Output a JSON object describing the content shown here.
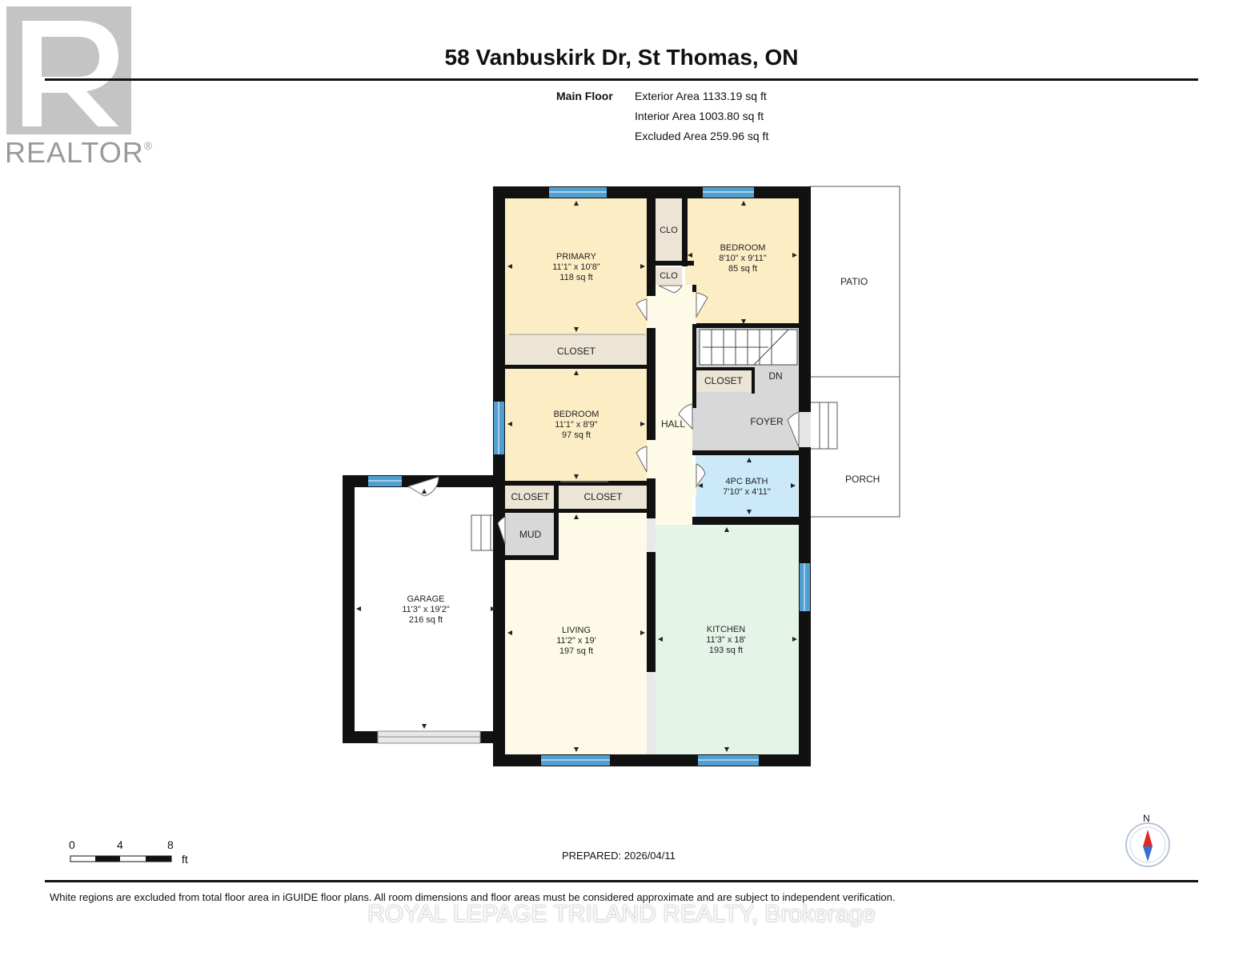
{
  "logo": {
    "brand_text": "REALTOR",
    "mark": "®"
  },
  "header": {
    "title": "58 Vanbuskirk Dr, St Thomas, ON",
    "floor_label": "Main Floor",
    "exterior_area": "Exterior Area 1133.19 sq ft",
    "interior_area": "Interior Area 1003.80 sq ft",
    "excluded_area": "Excluded Area 259.96 sq ft"
  },
  "rooms": {
    "primary": {
      "name": "PRIMARY",
      "dims": "11'1\" x 10'8\"",
      "area": "118 sq ft"
    },
    "bedroom_ne": {
      "name": "BEDROOM",
      "dims": "8'10\" x 9'11\"",
      "area": "85 sq ft"
    },
    "bedroom_w": {
      "name": "BEDROOM",
      "dims": "11'1\" x 8'9\"",
      "area": "97 sq ft"
    },
    "bath": {
      "name": "4PC BATH",
      "dims": "7'10\" x 4'11\""
    },
    "garage": {
      "name": "GARAGE",
      "dims": "11'3\" x 19'2\"",
      "area": "216 sq ft"
    },
    "living": {
      "name": "LIVING",
      "dims": "11'2\" x 19'",
      "area": "197 sq ft"
    },
    "kitchen": {
      "name": "KITCHEN",
      "dims": "11'3\" x 18'",
      "area": "193 sq ft"
    }
  },
  "small_labels": {
    "clo_1": "CLO",
    "clo_2": "CLO",
    "closet_primary": "CLOSET",
    "closet_foyer": "CLOSET",
    "closet_mud": "CLOSET",
    "closet_bedroom": "CLOSET",
    "dn": "DN",
    "foyer": "FOYER",
    "hall": "HALL",
    "mud": "MUD",
    "patio": "PATIO",
    "porch": "PORCH"
  },
  "scale": {
    "ticks": [
      "0",
      "4",
      "8"
    ],
    "unit": "ft"
  },
  "compass": {
    "north": "N"
  },
  "prepared": "PREPARED: 2026/04/11",
  "footer_note": "White regions are excluded from total floor area in iGUIDE floor plans. All room dimensions and floor areas must be considered approximate and are subject to independent verification.",
  "watermark": "ROYAL LEPAGE TRILAND REALTY, Brokerage",
  "colors": {
    "bedroom_fill": "#fcedc4",
    "living_fill": "#fdfbe7",
    "kitchen_fill": "#e5f4e8",
    "bath_fill": "#cbe9f9",
    "gray_fill": "#d8d8d8",
    "closet_fill": "#ece4d4",
    "window_blue": "#4f9fd2",
    "wall": "#111111",
    "compass_red": "#e32626",
    "compass_blue": "#3a6fd0"
  }
}
